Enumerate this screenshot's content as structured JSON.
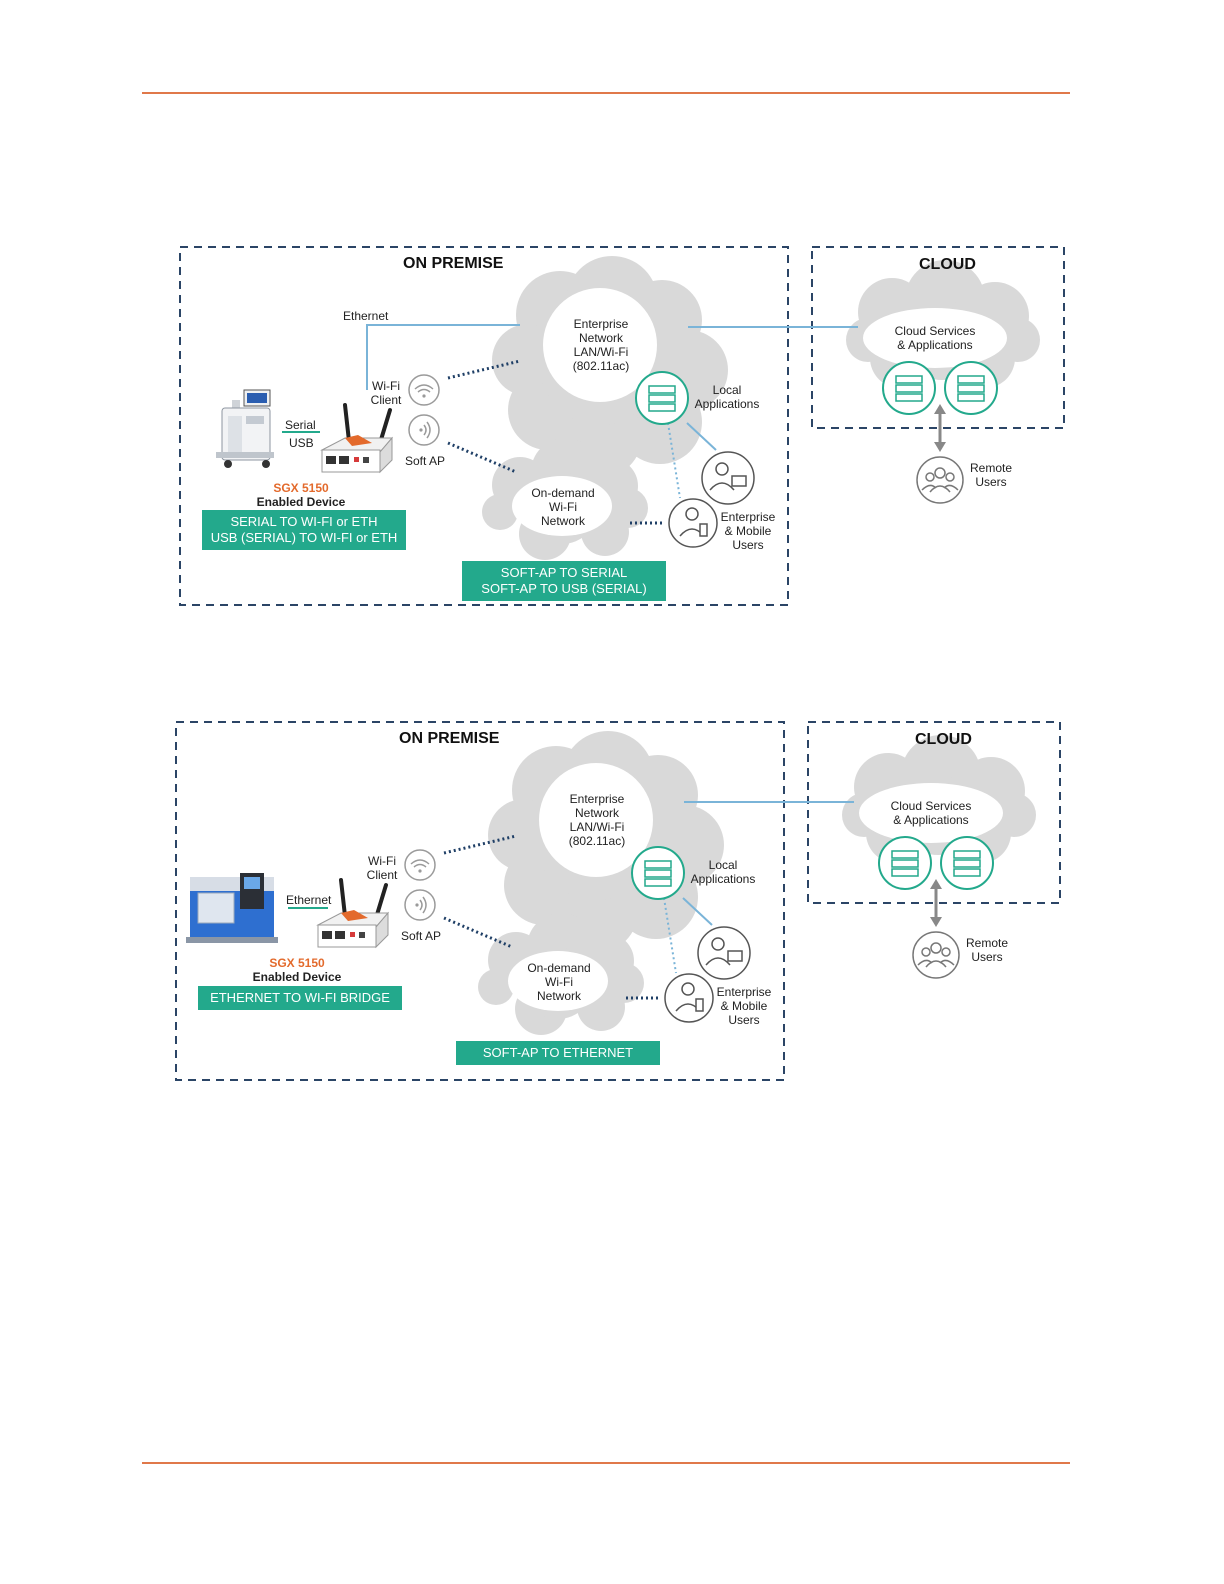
{
  "colors": {
    "rule": "#e0784a",
    "teal": "#23a98c",
    "orange": "#e36a2c",
    "link_blue": "#7ab4d8",
    "dotted_navy": "#1f3f66",
    "cloud_gray": "#d9d9d9"
  },
  "diagram1": {
    "on_premise": "ON PREMISE",
    "cloud": "CLOUD",
    "ethernet": "Ethernet",
    "enterprise_network": [
      "Enterprise",
      "Network",
      "LAN/Wi-Fi",
      "(802.11ac)"
    ],
    "cloud_services": [
      "Cloud Services",
      "& Applications"
    ],
    "wifi_client": [
      "Wi-Fi",
      "Client"
    ],
    "soft_ap": "Soft AP",
    "serial": "Serial",
    "usb": "USB",
    "local_applications": [
      "Local",
      "Applications"
    ],
    "remote_users": [
      "Remote",
      "Users"
    ],
    "device_model": "SGX 5150",
    "device_caption": "Enabled Device",
    "on_demand": [
      "On-demand",
      "Wi-Fi",
      "Network"
    ],
    "enterprise_users": [
      "Enterprise",
      "& Mobile",
      "Users"
    ],
    "box_left": [
      "SERIAL TO WI-FI or ETH",
      "USB (SERIAL) TO WI-FI or ETH"
    ],
    "box_bottom": [
      "SOFT-AP TO SERIAL",
      "SOFT-AP TO USB (SERIAL)"
    ]
  },
  "diagram2": {
    "on_premise": "ON PREMISE",
    "cloud": "CLOUD",
    "ethernet": "Ethernet",
    "enterprise_network": [
      "Enterprise",
      "Network",
      "LAN/Wi-Fi",
      "(802.11ac)"
    ],
    "cloud_services": [
      "Cloud Services",
      "& Applications"
    ],
    "wifi_client": [
      "Wi-Fi",
      "Client"
    ],
    "soft_ap": "Soft AP",
    "local_applications": [
      "Local",
      "Applications"
    ],
    "remote_users": [
      "Remote",
      "Users"
    ],
    "device_model": "SGX 5150",
    "device_caption": "Enabled Device",
    "on_demand": [
      "On-demand",
      "Wi-Fi",
      "Network"
    ],
    "enterprise_users": [
      "Enterprise",
      "& Mobile",
      "Users"
    ],
    "box_left": [
      "ETHERNET TO WI-FI BRIDGE"
    ],
    "box_bottom": [
      "SOFT-AP TO ETHERNET"
    ]
  }
}
